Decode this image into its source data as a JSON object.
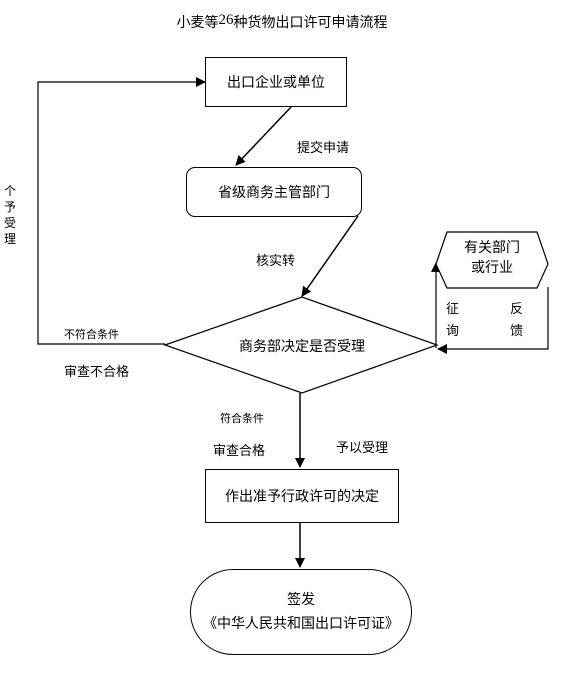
{
  "title": {
    "pre": "小麦等",
    "num": "26",
    "post": "种货物出口许可申请流程"
  },
  "nodes": {
    "enterprise": "出口企业或单位",
    "province": "省级商务主管部门",
    "decision": "商务部决定是否受理",
    "related_line1": "有关部门",
    "related_line2": "或行业",
    "approve": "作出准予行政许可的决定",
    "issue_line1": "签发",
    "issue_line2": "《中华人民共和国出口许可证》"
  },
  "labels": {
    "submit": "提交申请",
    "verify": "核实转",
    "reject_left_vertical": "个予受理",
    "not_meet": "不符合条件",
    "fail_review": "审查不合格",
    "meet": "符合条件",
    "pass_review": "审查合格",
    "accept": "予以受理",
    "consult_1": "征",
    "consult_2": "询",
    "feedback_1": "反",
    "feedback_2": "馈"
  }
}
